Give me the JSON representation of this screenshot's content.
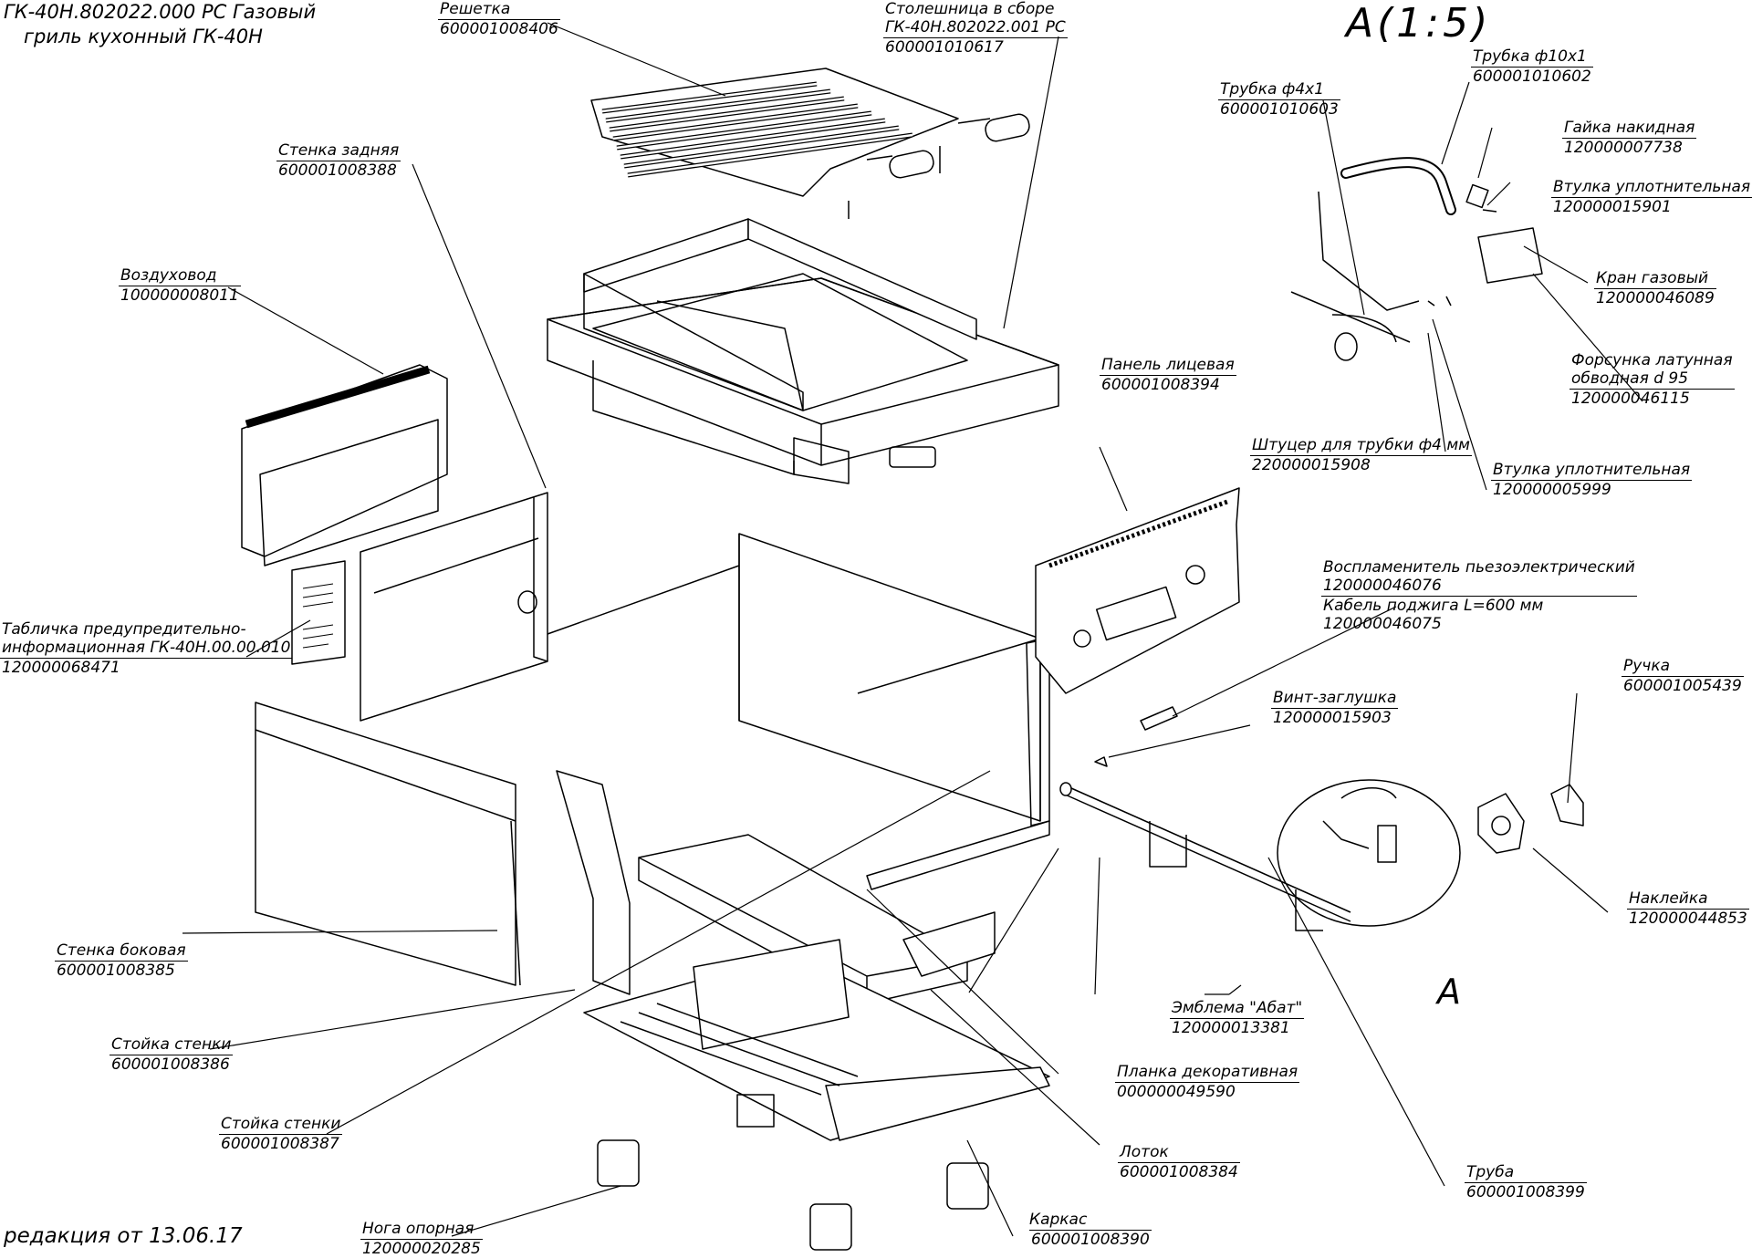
{
  "title": {
    "line1": "ГК-40Н.802022.000 РС Газовый",
    "line2": "гриль кухонный ГК-40Н"
  },
  "revision": "редакция от 13.06.17",
  "detail_view": {
    "scale": "A(1:5)",
    "callout": "A"
  },
  "parts": {
    "reshetka": {
      "name": "Решетка",
      "code": "600001008406"
    },
    "stoleshnica": {
      "name": "Столешница в сборе",
      "name2": "ГК-40Н.802022.001 РС",
      "code": "600001010617"
    },
    "stenka_zadnyaya": {
      "name": "Стенка задняя",
      "code": "600001008388"
    },
    "vozduhovod": {
      "name": "Воздуховод",
      "code": "100000008011"
    },
    "tablichka": {
      "name": "Табличка предупредительно-",
      "name2": "информационная ГК-40Н.00.00.010",
      "code": "120000068471"
    },
    "stenka_bokovaya": {
      "name": "Стенка боковая",
      "code": "600001008385"
    },
    "stoyka_1": {
      "name": "Стойка стенки",
      "code": "600001008386"
    },
    "stoyka_2": {
      "name": "Стойка стенки",
      "code": "600001008387"
    },
    "noga": {
      "name": "Нога опорная",
      "code": "120000020285"
    },
    "karkas": {
      "name": "Каркас",
      "code": "600001008390"
    },
    "lotok": {
      "name": "Лоток",
      "code": "600001008384"
    },
    "planka": {
      "name": "Планка декоративная",
      "code": "000000049590"
    },
    "emblema": {
      "name": "Эмблема \"Абат\"",
      "code": "120000013381"
    },
    "truba": {
      "name": "Труба",
      "code": "600001008399"
    },
    "nakleyka": {
      "name": "Наклейка",
      "code": "120000044853"
    },
    "ruchka": {
      "name": "Ручка",
      "code": "600001005439"
    },
    "vint": {
      "name": "Винт-заглушка",
      "code": "120000015903"
    },
    "vosplamenitel": {
      "name": "Воспламенитель пьезоэлектрический",
      "code": "120000046076",
      "name2": "Кабель поджига L=600 мм",
      "code2": "120000046075"
    },
    "panel": {
      "name": "Панель лицевая",
      "code": "600001008394"
    },
    "trubka_4": {
      "name": "Трубка ф4х1",
      "code": "600001010603"
    },
    "trubka_10": {
      "name": "Трубка ф10х1",
      "code": "600001010602"
    },
    "gayka": {
      "name": "Гайка накидная",
      "code": "120000007738"
    },
    "vtulka_1": {
      "name": "Втулка уплотнительная",
      "code": "120000015901"
    },
    "kran": {
      "name": "Кран газовый",
      "code": "120000046089"
    },
    "forsunka": {
      "name": "Форсунка латунная",
      "name2": "обводная d 95",
      "code": "120000046115"
    },
    "shtucer": {
      "name": "Штуцер для трубки ф4 мм",
      "code": "220000015908"
    },
    "vtulka_2": {
      "name": "Втулка уплотнительная",
      "code": "120000005999"
    }
  }
}
